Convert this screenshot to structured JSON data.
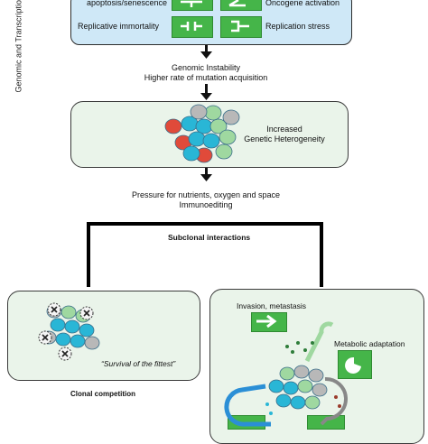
{
  "side_label": "Genomic and Transcriptional a",
  "top_box": {
    "item_apoptosis": "apoptosis/senescence",
    "item_oncogene": "Oncogene activation",
    "item_replicative": "Replicative immortality",
    "item_replication_stress": "Replication stress"
  },
  "step1": {
    "line1": "Genomic Instability",
    "line2": "Higher rate of mutation acquisition"
  },
  "heterogeneity_box": {
    "line1": "Increased",
    "line2": "Genetic Heterogeneity"
  },
  "step2": {
    "line1": "Pressure for nutrients, oxygen and space",
    "line2": "Immunoediting"
  },
  "subclonal_label": "Subclonal interactions",
  "left_panel": {
    "quote": "“Survival of the fittest”",
    "caption": "Clonal competition"
  },
  "right_panel": {
    "invasion": "Invasion, metastasis",
    "metabolic": "Metabolic adaptation"
  },
  "colors": {
    "green_tile": "#45b549",
    "blue_box": "#cfe8f7",
    "panel_green": "#eaf4ea"
  }
}
